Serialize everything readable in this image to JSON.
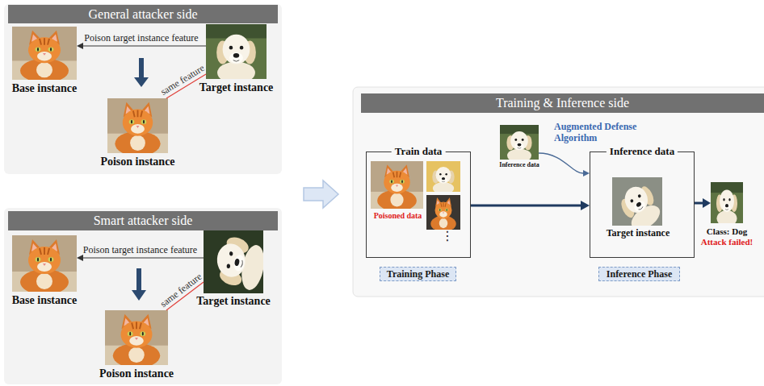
{
  "diagram": {
    "nodes": [
      {
        "text": [
          "General attacker side"
        ]
      },
      {
        "text": [
          "Base instance"
        ],
        "in": 0
      },
      {
        "text": [
          "Target instance"
        ],
        "in": 0
      },
      {
        "text": [
          "Poison instance"
        ],
        "in": 0
      },
      {
        "text": [
          "Smart attacker side"
        ]
      },
      {
        "text": [
          "Base instance"
        ],
        "in": 4
      },
      {
        "text": [
          "Target instance"
        ],
        "in": 4
      },
      {
        "text": [
          "Poison instance"
        ],
        "in": 4
      },
      {
        "text": [
          "Training & Inference side"
        ]
      },
      {
        "text": [
          "Train data"
        ],
        "in": 8
      },
      {
        "text": [
          "Poisoned data"
        ],
        "in": 9
      },
      {
        "text": [
          "Training Phase"
        ],
        "in": 8
      },
      {
        "text": [
          "Inference data"
        ],
        "in": 8
      },
      {
        "text": [
          "Inference data"
        ],
        "in": 8
      },
      {
        "text": [
          "Target instance"
        ],
        "in": 13
      },
      {
        "text": [
          "Inference Phase"
        ],
        "in": 8
      },
      {
        "text": [
          "Class: Dog",
          "Attack failed!"
        ],
        "in": 8
      }
    ],
    "edges": [
      {
        "from": 2,
        "to": 1,
        "label": "Poison target instance feature",
        "arrow": "to"
      },
      {
        "from": 3,
        "to": 2,
        "label": "same feature",
        "arrow": "none"
      },
      {
        "from": 6,
        "to": 5,
        "label": "Poison target instance feature",
        "arrow": "to"
      },
      {
        "from": 7,
        "to": 6,
        "label": "same feature",
        "arrow": "none"
      },
      {
        "from": 9,
        "to": 13,
        "arrow": "to"
      },
      {
        "from": 12,
        "to": 13,
        "label": "Augmented Defense Algorithm",
        "arrow": "to"
      },
      {
        "from": 13,
        "to": 16,
        "arrow": "to"
      }
    ],
    "labels": [
      "⋮"
    ]
  }
}
